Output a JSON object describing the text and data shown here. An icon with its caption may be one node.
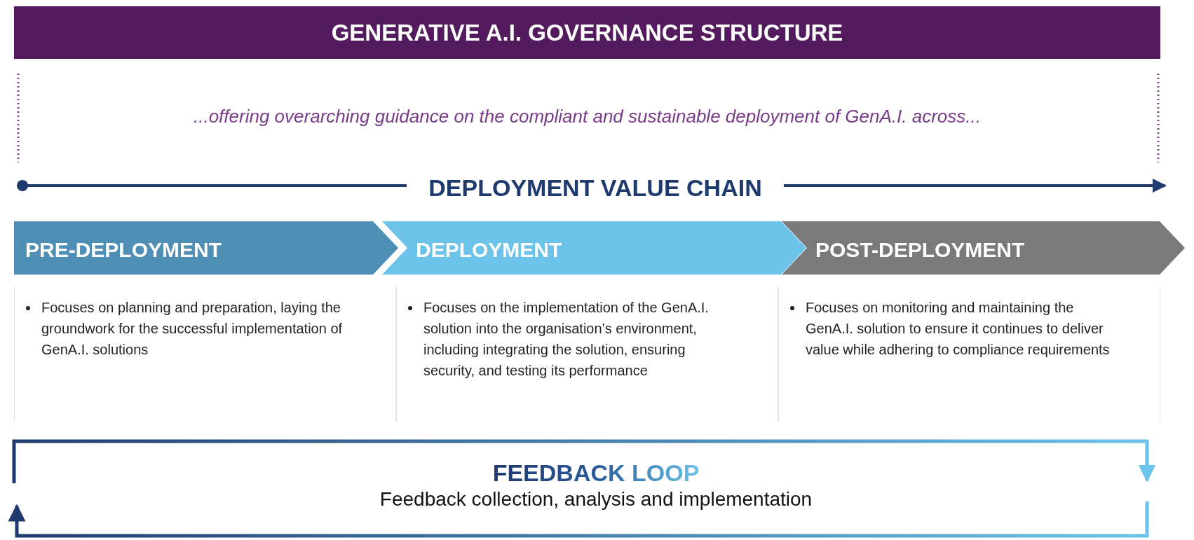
{
  "diagram": {
    "title": "GENERATIVE A.I. GOVERNANCE STRUCTURE",
    "nodes": [
      {
        "text": [
          "PRE-DEPLOYMENT"
        ]
      },
      {
        "text": [
          "DEPLOYMENT"
        ]
      },
      {
        "text": [
          "POST-DEPLOYMENT"
        ]
      },
      {
        "text": [
          "Focuses on planning and preparation, laying the groundwork for the successful implementation of GenA.I. solutions"
        ]
      },
      {
        "text": [
          "Focuses on the implementation of the GenA.I. solution into the organisation’s environment, including integrating the solution, ensuring security, and testing its performance"
        ]
      },
      {
        "text": [
          "Focuses on monitoring and maintaining the GenA.I. solution to ensure it continues to deliver value while adhering to compliance requirements"
        ]
      },
      {
        "text": [
          "FEEDBACK LOOP",
          "Feedback collection, analysis and implementation"
        ]
      }
    ],
    "labels": [
      "...offering overarching guidance on the compliant and sustainable deployment of GenA.I. across...",
      "DEPLOYMENT VALUE CHAIN"
    ]
  }
}
